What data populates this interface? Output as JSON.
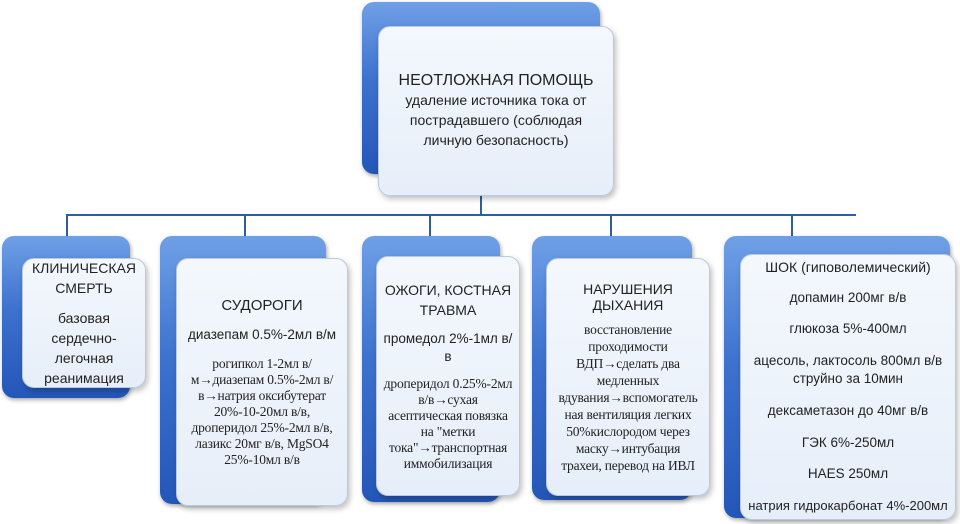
{
  "root": {
    "title": "НЕОТЛОЖНАЯ ПОМОЩЬ",
    "text": "удаление источника тока от пострадавшего (соблюдая личную безопасность)"
  },
  "branches": [
    {
      "title": "КЛИНИЧЕСКАЯ СМЕРТЬ",
      "items": [
        "базовая сердечно-легочная реанимация"
      ]
    },
    {
      "title": "СУДОРОГИ",
      "items": [
        "диазепам 0.5%-2мл в/м",
        "рогипкол 1-2мл в/м→диазепам 0.5%-2мл в/в→натрия оксибутерат 20%-10-20мл в/в, дроперидол 25%-2мл в/в, лазикс 20мг в/в, MgSO4 25%-10мл в/в"
      ]
    },
    {
      "title": "ОЖОГИ, КОСТНАЯ ТРАВМА",
      "items": [
        "промедол 2%-1мл в/в",
        "дроперидол 0.25%-2мл в/в→сухая асептическая повязка на \"метки тока\"→транспортная иммобилизация"
      ]
    },
    {
      "title": "НАРУШЕНИЯ ДЫХАНИЯ",
      "items": [
        "восстановление проходимости ВДП→сделать два медленных вдувания→вспомогатель ная вентиляция легких 50%кислородом через маску→интубация трахеи, перевод на ИВЛ"
      ]
    },
    {
      "title": "ШОК (гиповолемический)",
      "items": [
        "допамин 200мг в/в",
        "глюкоза 5%-400мл",
        "ацесоль, лактосоль 800мл в/в струйно за 10мин",
        "дексаметазон до 40мг в/в",
        "ГЭК 6%-250мл",
        "HAES 250мл",
        "натрия гидрокарбонат 4%-200мл"
      ]
    }
  ]
}
